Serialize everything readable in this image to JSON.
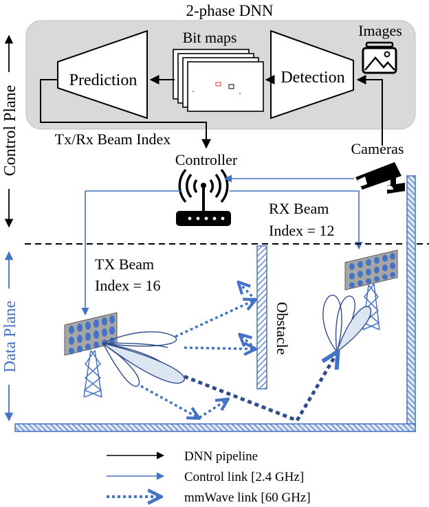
{
  "title": "2-phase DNN",
  "blocks": {
    "prediction": "Prediction",
    "detection": "Detection",
    "bitmaps": "Bit maps",
    "images": "Images"
  },
  "labels": {
    "beam_index": "Tx/Rx Beam Index",
    "controller": "Controller",
    "cameras": "Cameras",
    "rx_beam_line1": "RX Beam",
    "rx_beam_line2": "Index = 12",
    "tx_beam_line1": "TX Beam",
    "tx_beam_line2": "Index = 16",
    "obstacle": "Obstacle"
  },
  "planes": {
    "control": "Control Plane",
    "data": "Data Plane"
  },
  "legend": [
    {
      "label": "DNN pipeline",
      "color": "#000000",
      "style": "solid"
    },
    {
      "label": "Control link [2.4 GHz]",
      "color": "#4472c4",
      "style": "solid"
    },
    {
      "label": "mmWave link [60 GHz]",
      "color": "#4472c4",
      "style": "dotted"
    }
  ],
  "colors": {
    "panel": "#d9d9d9",
    "link_blue": "#4472c4",
    "antenna_blue": "#4472c4",
    "beam_fill": "#dce6f2",
    "wall": "#4472c4"
  }
}
